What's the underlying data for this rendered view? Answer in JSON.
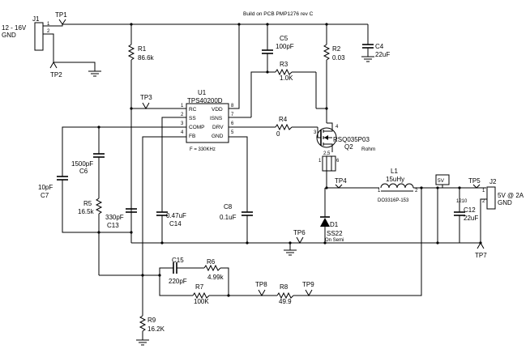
{
  "build_note": "Build on PCB PMP1276 rev C",
  "input": {
    "ref": "J1",
    "pin1": "1",
    "pin2": "2",
    "label_top": "12 - 16V",
    "label_bottom": "GND"
  },
  "output": {
    "ref": "J2",
    "pin1": "1",
    "pin2": "2",
    "label_top": "5V @ 2A",
    "label_bottom": "GND"
  },
  "test_points": {
    "tp1": "TP1",
    "tp2": "TP2",
    "tp3": "TP3",
    "tp4": "TP4",
    "tp5": "TP5",
    "tp6": "TP6",
    "tp7": "TP7",
    "tp8": "TP8",
    "tp9": "TP9"
  },
  "ic": {
    "ref": "U1",
    "part": "TPS40200D",
    "freq": "F = 330KHz",
    "pins": {
      "rc": {
        "name": "RC",
        "num": "1"
      },
      "ss": {
        "name": "SS",
        "num": "2"
      },
      "comp": {
        "name": "COMP",
        "num": "3"
      },
      "fb": {
        "name": "FB",
        "num": "4"
      },
      "gnd": {
        "name": "GND",
        "num": "5"
      },
      "drv": {
        "name": "DRV",
        "num": "6"
      },
      "isns": {
        "name": "ISNS",
        "num": "7"
      },
      "vdd": {
        "name": "VDD",
        "num": "8"
      }
    }
  },
  "components": {
    "r1": {
      "ref": "R1",
      "value": "86.6k"
    },
    "r2": {
      "ref": "R2",
      "value": "0.03"
    },
    "r3": {
      "ref": "R3",
      "value": "1.0K"
    },
    "r4": {
      "ref": "R4",
      "value": "0"
    },
    "r5": {
      "ref": "R5",
      "value": "16.5k"
    },
    "r6": {
      "ref": "R6",
      "value": "4.99k"
    },
    "r7": {
      "ref": "R7",
      "value": "100K"
    },
    "r8": {
      "ref": "R8",
      "value": "49.9"
    },
    "r9": {
      "ref": "R9",
      "value": "16.2K"
    },
    "c4": {
      "ref": "C4",
      "value": "22uF"
    },
    "c5": {
      "ref": "C5",
      "value": "100pF"
    },
    "c6": {
      "ref": "C6",
      "value": "1500pF"
    },
    "c7": {
      "ref": "C7",
      "value": "10pF"
    },
    "c8": {
      "ref": "C8",
      "value": "0.1uF"
    },
    "c12": {
      "ref": "C12",
      "value": "22uF",
      "pkg": "1210"
    },
    "c13": {
      "ref": "C13",
      "value": "330pF"
    },
    "c14": {
      "ref": "C14",
      "value": "0.47uF"
    },
    "c15": {
      "ref": "C15",
      "value": "220pF"
    },
    "l1": {
      "ref": "L1",
      "value": "15uHy",
      "part": "DO3316P-153",
      "pin1": "1",
      "pin2": "2"
    },
    "d1": {
      "ref": "D1",
      "part": "SS22",
      "maker": "On Semi"
    },
    "q2": {
      "ref": "Q2",
      "part": "RSQ035P03",
      "maker": "Rohm",
      "pins": {
        "p3": "3",
        "p4": "4",
        "p25": "2,5",
        "p1": "1",
        "p6": "6"
      }
    }
  },
  "net_flag": "5V"
}
